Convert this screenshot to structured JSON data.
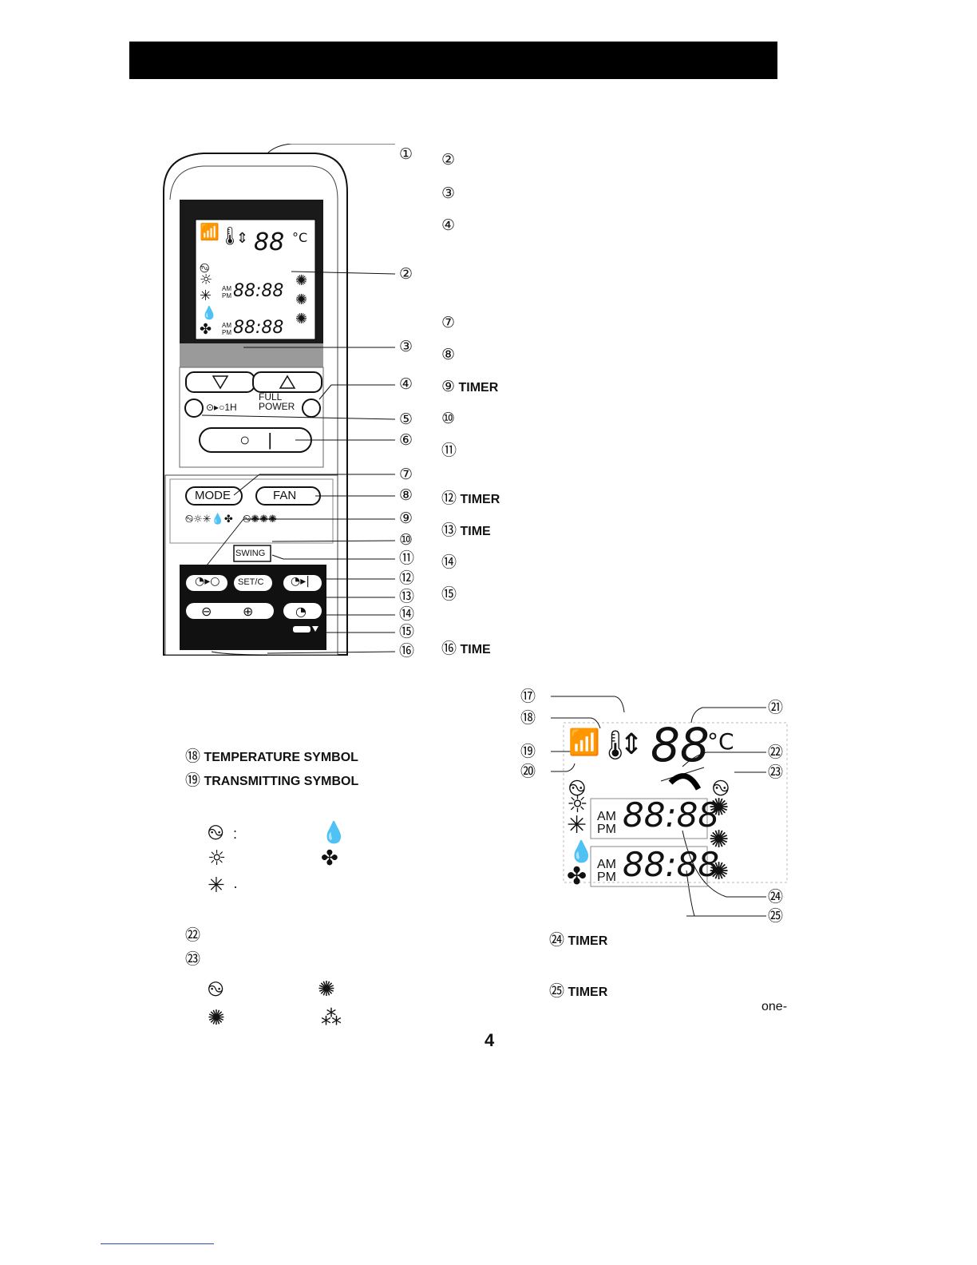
{
  "page_number": "4",
  "callouts_left_remote": [
    "①",
    "②",
    "③",
    "④",
    "⑤",
    "⑥",
    "⑦",
    "⑧",
    "⑨",
    "⑩",
    "⑪",
    "⑫",
    "⑬",
    "⑭",
    "⑮",
    "⑯"
  ],
  "right_column": [
    {
      "num": "②",
      "label": ""
    },
    {
      "num": "③",
      "label": ""
    },
    {
      "num": "④",
      "label": ""
    },
    {
      "num": "⑦",
      "label": ""
    },
    {
      "num": "⑧",
      "label": ""
    },
    {
      "num": "⑨",
      "label": "TIMER"
    },
    {
      "num": "⑩",
      "label": ""
    },
    {
      "num": "⑪",
      "label": ""
    },
    {
      "num": "⑫",
      "label": "TIMER"
    },
    {
      "num": "⑬",
      "label": "TIME"
    },
    {
      "num": "⑭",
      "label": ""
    },
    {
      "num": "⑮",
      "label": ""
    },
    {
      "num": "⑯",
      "label": "TIME"
    }
  ],
  "remote": {
    "temp_readout": "88",
    "unit": "°C",
    "time_top": "88:88",
    "time_bottom": "88:88",
    "am": "AM",
    "pm": "PM",
    "one_hour_label": "⊙▸○1H",
    "full_power_line1": "FULL",
    "full_power_line2": "POWER",
    "on_off_label": "○ |",
    "mode_label": "MODE",
    "fan_label": "FAN",
    "swing_label": "SWING",
    "setc_label": "SET/C",
    "minus_label": "⊖",
    "plus_label": "⊕"
  },
  "lower_left": {
    "item18": {
      "num": "⑱",
      "label": "TEMPERATURE SYMBOL"
    },
    "item19": {
      "num": "⑲",
      "label": "TRANSMITTING SYMBOL"
    },
    "mode_colon": ":",
    "cool_dot": "·",
    "item22": "㉒",
    "item23": "㉓"
  },
  "lcd_callouts": [
    "⑰",
    "⑱",
    "⑲",
    "⑳",
    "㉑",
    "㉒",
    "㉓",
    "㉔",
    "㉕"
  ],
  "lower_right": {
    "item24": {
      "num": "㉔",
      "label": "TIMER"
    },
    "item25": {
      "num": "㉕",
      "label": "TIMER"
    },
    "fragment": "one-"
  },
  "icons": [
    "auto-icon",
    "heat-icon",
    "cool-icon",
    "dry-icon",
    "fan-icon",
    "fan-high-icon",
    "fan-low-icon",
    "transmit-icon",
    "thermometer-icon",
    "timer-icon"
  ]
}
